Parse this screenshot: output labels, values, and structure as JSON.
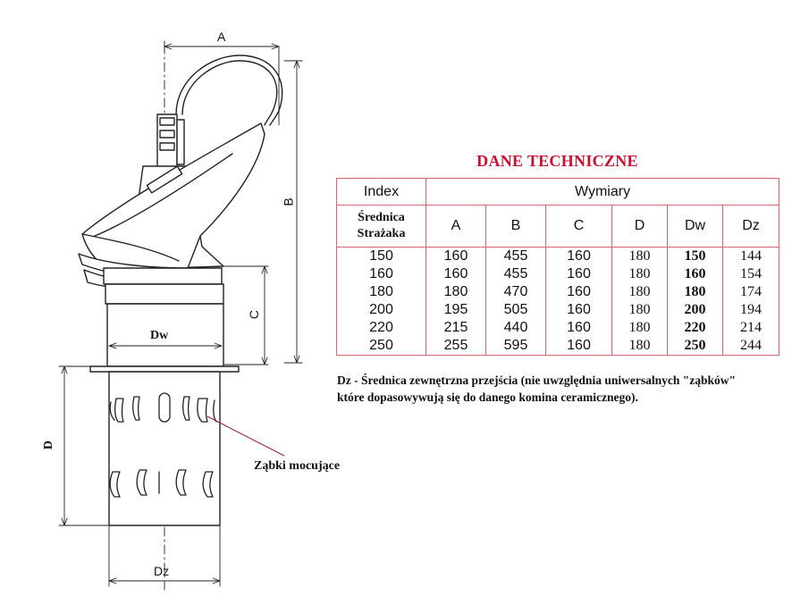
{
  "diagram": {
    "labels": {
      "a": "A",
      "b": "B",
      "c": "C",
      "dw": "Dw",
      "d": "D",
      "dz": "Dz",
      "zabki": "Ząbki mocujące"
    }
  },
  "table": {
    "title": "DANE TECHNICZNE",
    "header_index": "Index",
    "header_group": "Wymiary",
    "row_header": "Średnica Strażaka",
    "columns": [
      "A",
      "B",
      "C",
      "D",
      "Dw",
      "Dz"
    ],
    "rows": [
      {
        "index": "150",
        "values": [
          "160",
          "455",
          "160",
          "180",
          "150",
          "144"
        ]
      },
      {
        "index": "160",
        "values": [
          "160",
          "455",
          "160",
          "180",
          "160",
          "154"
        ]
      },
      {
        "index": "180",
        "values": [
          "180",
          "470",
          "160",
          "180",
          "180",
          "174"
        ]
      },
      {
        "index": "200",
        "values": [
          "195",
          "505",
          "160",
          "180",
          "200",
          "194"
        ]
      },
      {
        "index": "220",
        "values": [
          "215",
          "440",
          "160",
          "180",
          "220",
          "214"
        ]
      },
      {
        "index": "250",
        "values": [
          "255",
          "595",
          "160",
          "180",
          "250",
          "244"
        ]
      }
    ]
  },
  "note": {
    "line1": "Dz - Średnica zewnętrzna przejścia (nie uwzględnia uniwersalnych \"ząbków\"",
    "line2": "które dopasowywują się do danego komina ceramicznego)."
  },
  "colors": {
    "title": "#c8102e",
    "table_border": "#d9666e",
    "line": "#222222"
  }
}
